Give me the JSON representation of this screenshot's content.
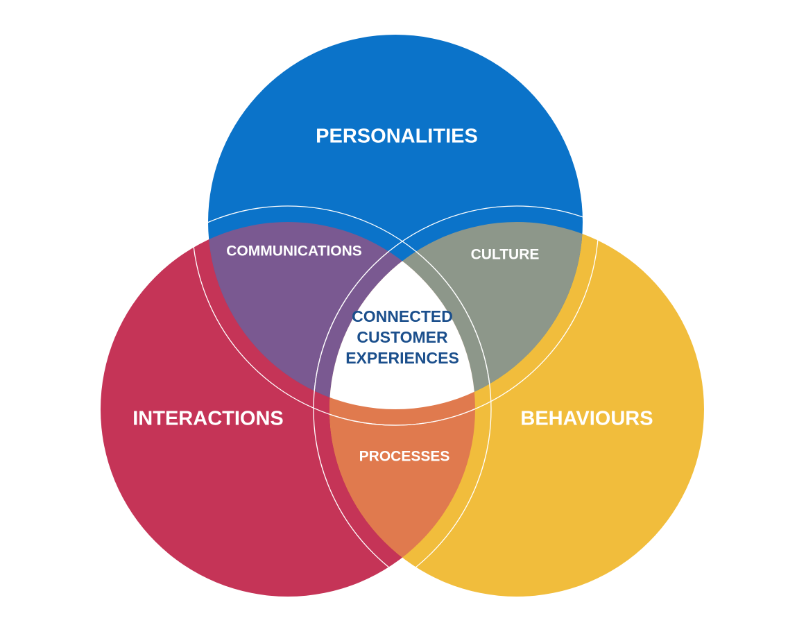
{
  "diagram": {
    "circles": {
      "top": {
        "label": "PERSONALITIES",
        "color": "#0b73c9"
      },
      "left": {
        "label": "INTERACTIONS",
        "color": "#c53457"
      },
      "right": {
        "label": "BEHAVIOURS",
        "color": "#f1bd3c"
      }
    },
    "overlaps": {
      "top_left": {
        "label": "COMMUNICATIONS",
        "color": "#7a5991"
      },
      "top_right": {
        "label": "CULTURE",
        "color": "#8d978a"
      },
      "left_right": {
        "label": "PROCESSES",
        "color": "#e07a4e"
      }
    },
    "center": {
      "lines": [
        "CONNECTED",
        "CUSTOMER",
        "EXPERIENCES"
      ],
      "color": "#ffffff",
      "text_color": "#1b4f8c"
    },
    "label_color": "#ffffff",
    "outline_color": "#ffffff"
  }
}
